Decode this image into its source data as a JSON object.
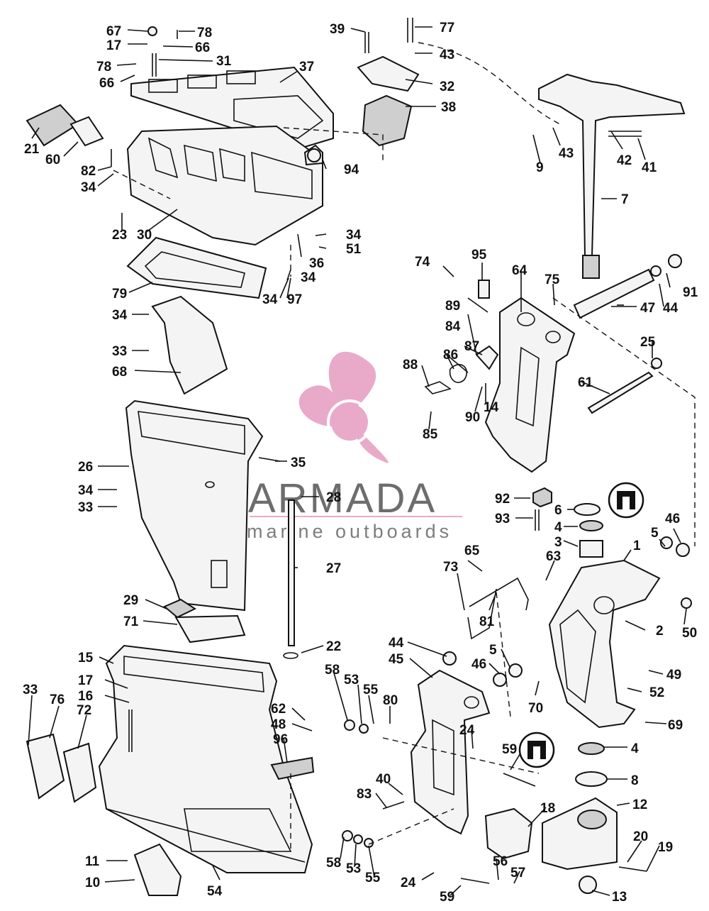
{
  "watermark": {
    "title": "ARMADA",
    "subtitle": "marine outboards",
    "logo_color": "#e8a6c8",
    "text_color": "#666666"
  },
  "callouts": [
    {
      "id": "c67",
      "text": "67"
    },
    {
      "id": "c78a",
      "text": "78"
    },
    {
      "id": "c17a",
      "text": "17"
    },
    {
      "id": "c66a",
      "text": "66"
    },
    {
      "id": "c31",
      "text": "31"
    },
    {
      "id": "c78b",
      "text": "78"
    },
    {
      "id": "c66b",
      "text": "66"
    },
    {
      "id": "c37",
      "text": "37"
    },
    {
      "id": "c21",
      "text": "21"
    },
    {
      "id": "c60",
      "text": "60"
    },
    {
      "id": "c82",
      "text": "82"
    },
    {
      "id": "c34a",
      "text": "34"
    },
    {
      "id": "c23",
      "text": "23"
    },
    {
      "id": "c30",
      "text": "30"
    },
    {
      "id": "c94",
      "text": "94"
    },
    {
      "id": "c34b",
      "text": "34"
    },
    {
      "id": "c51",
      "text": "51"
    },
    {
      "id": "c36",
      "text": "36"
    },
    {
      "id": "c34c",
      "text": "34"
    },
    {
      "id": "c79",
      "text": "79"
    },
    {
      "id": "c34d",
      "text": "34"
    },
    {
      "id": "c97",
      "text": "97"
    },
    {
      "id": "c39",
      "text": "39"
    },
    {
      "id": "c77",
      "text": "77"
    },
    {
      "id": "c43a",
      "text": "43"
    },
    {
      "id": "c32",
      "text": "32"
    },
    {
      "id": "c38",
      "text": "38"
    },
    {
      "id": "c9",
      "text": "9"
    },
    {
      "id": "c43b",
      "text": "43"
    },
    {
      "id": "c42",
      "text": "42"
    },
    {
      "id": "c41",
      "text": "41"
    },
    {
      "id": "c7",
      "text": "7"
    },
    {
      "id": "c34e",
      "text": "34"
    },
    {
      "id": "c33a",
      "text": "33"
    },
    {
      "id": "c68",
      "text": "68"
    },
    {
      "id": "c74",
      "text": "74"
    },
    {
      "id": "c95",
      "text": "95"
    },
    {
      "id": "c64",
      "text": "64"
    },
    {
      "id": "c75",
      "text": "75"
    },
    {
      "id": "c91",
      "text": "91"
    },
    {
      "id": "c44a",
      "text": "44"
    },
    {
      "id": "c89",
      "text": "89"
    },
    {
      "id": "c47",
      "text": "47"
    },
    {
      "id": "c84",
      "text": "84"
    },
    {
      "id": "c87",
      "text": "87"
    },
    {
      "id": "c25",
      "text": "25"
    },
    {
      "id": "c88",
      "text": "88"
    },
    {
      "id": "c86",
      "text": "86"
    },
    {
      "id": "c61",
      "text": "61"
    },
    {
      "id": "c90",
      "text": "90"
    },
    {
      "id": "c14",
      "text": "14"
    },
    {
      "id": "c85",
      "text": "85"
    },
    {
      "id": "c26",
      "text": "26"
    },
    {
      "id": "c35",
      "text": "35"
    },
    {
      "id": "c34f",
      "text": "34"
    },
    {
      "id": "c28",
      "text": "28"
    },
    {
      "id": "c33b",
      "text": "33"
    },
    {
      "id": "c92",
      "text": "92"
    },
    {
      "id": "c6",
      "text": "6"
    },
    {
      "id": "c93",
      "text": "93"
    },
    {
      "id": "c4a",
      "text": "4"
    },
    {
      "id": "c46a",
      "text": "46"
    },
    {
      "id": "c3",
      "text": "3"
    },
    {
      "id": "c5a",
      "text": "5"
    },
    {
      "id": "c1",
      "text": "1"
    },
    {
      "id": "c65",
      "text": "65"
    },
    {
      "id": "c63",
      "text": "63"
    },
    {
      "id": "c27",
      "text": "27"
    },
    {
      "id": "c73",
      "text": "73"
    },
    {
      "id": "c29",
      "text": "29"
    },
    {
      "id": "c81",
      "text": "81"
    },
    {
      "id": "c2",
      "text": "2"
    },
    {
      "id": "c50",
      "text": "50"
    },
    {
      "id": "c71",
      "text": "71"
    },
    {
      "id": "c22",
      "text": "22"
    },
    {
      "id": "c44b",
      "text": "44"
    },
    {
      "id": "c45",
      "text": "45"
    },
    {
      "id": "c5b",
      "text": "5"
    },
    {
      "id": "c46b",
      "text": "46"
    },
    {
      "id": "c49",
      "text": "49"
    },
    {
      "id": "c15",
      "text": "15"
    },
    {
      "id": "c58a",
      "text": "58"
    },
    {
      "id": "c53a",
      "text": "53"
    },
    {
      "id": "c55a",
      "text": "55"
    },
    {
      "id": "c80",
      "text": "80"
    },
    {
      "id": "c70",
      "text": "70"
    },
    {
      "id": "c52",
      "text": "52"
    },
    {
      "id": "c33c",
      "text": "33"
    },
    {
      "id": "c76",
      "text": "76"
    },
    {
      "id": "c17b",
      "text": "17"
    },
    {
      "id": "c16",
      "text": "16"
    },
    {
      "id": "c72",
      "text": "72"
    },
    {
      "id": "c62",
      "text": "62"
    },
    {
      "id": "c48",
      "text": "48"
    },
    {
      "id": "c96",
      "text": "96"
    },
    {
      "id": "c24a",
      "text": "24"
    },
    {
      "id": "c69",
      "text": "69"
    },
    {
      "id": "c59a",
      "text": "59"
    },
    {
      "id": "c4b",
      "text": "4"
    },
    {
      "id": "c40",
      "text": "40"
    },
    {
      "id": "c83",
      "text": "83"
    },
    {
      "id": "c8",
      "text": "8"
    },
    {
      "id": "c18",
      "text": "18"
    },
    {
      "id": "c12",
      "text": "12"
    },
    {
      "id": "c11",
      "text": "11"
    },
    {
      "id": "c20",
      "text": "20"
    },
    {
      "id": "c19",
      "text": "19"
    },
    {
      "id": "c10",
      "text": "10"
    },
    {
      "id": "c58b",
      "text": "58"
    },
    {
      "id": "c53b",
      "text": "53"
    },
    {
      "id": "c55b",
      "text": "55"
    },
    {
      "id": "c56",
      "text": "56"
    },
    {
      "id": "c57",
      "text": "57"
    },
    {
      "id": "c54",
      "text": "54"
    },
    {
      "id": "c24b",
      "text": "24"
    },
    {
      "id": "c59b",
      "text": "59"
    },
    {
      "id": "c13",
      "text": "13"
    }
  ]
}
